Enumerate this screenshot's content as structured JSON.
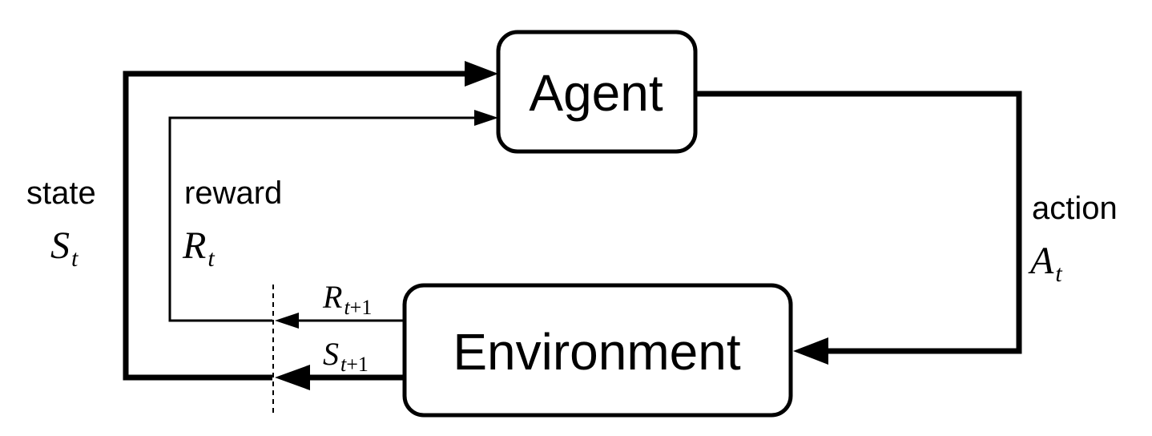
{
  "nodes": {
    "agent": "Agent",
    "environment": "Environment"
  },
  "edges": {
    "state": {
      "word": "state",
      "symbol": "S",
      "subscript": "t"
    },
    "reward": {
      "word": "reward",
      "symbol": "R",
      "subscript": "t"
    },
    "action": {
      "word": "action",
      "symbol": "A",
      "subscript": "t"
    },
    "next_reward": {
      "symbol": "R",
      "subscript_var": "t",
      "subscript_rest": "+1"
    },
    "next_state": {
      "symbol": "S",
      "subscript_var": "t",
      "subscript_rest": "+1"
    }
  }
}
